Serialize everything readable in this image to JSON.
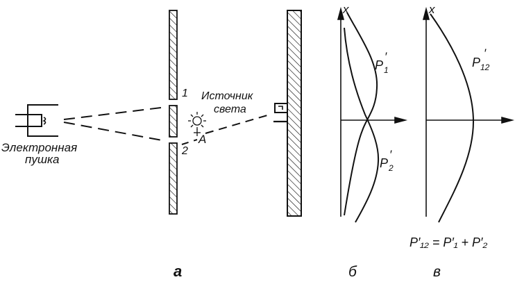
{
  "labels": {
    "gun_line1": "Электронная",
    "gun_line2": "пушка",
    "light_line1": "Источник",
    "light_line2": "света",
    "point_a": "A",
    "slit_1": "1",
    "slit_2": "2",
    "panel_a": "а",
    "panel_b": "б",
    "panel_v": "в",
    "axis_x_b": "x",
    "axis_x_v": "x",
    "curve_p1_base": "P",
    "curve_p1_sub": "1",
    "curve_p1_prime": "′",
    "curve_p2_base": "P",
    "curve_p2_sub": "2",
    "curve_p2_prime": "′",
    "curve_p12_base": "P",
    "curve_p12_sub": "12",
    "curve_p12_prime": "′",
    "formula": "P′₁₂ = P′₁ + P′₂"
  },
  "colors": {
    "ink": "#111111",
    "background": "#ffffff"
  }
}
